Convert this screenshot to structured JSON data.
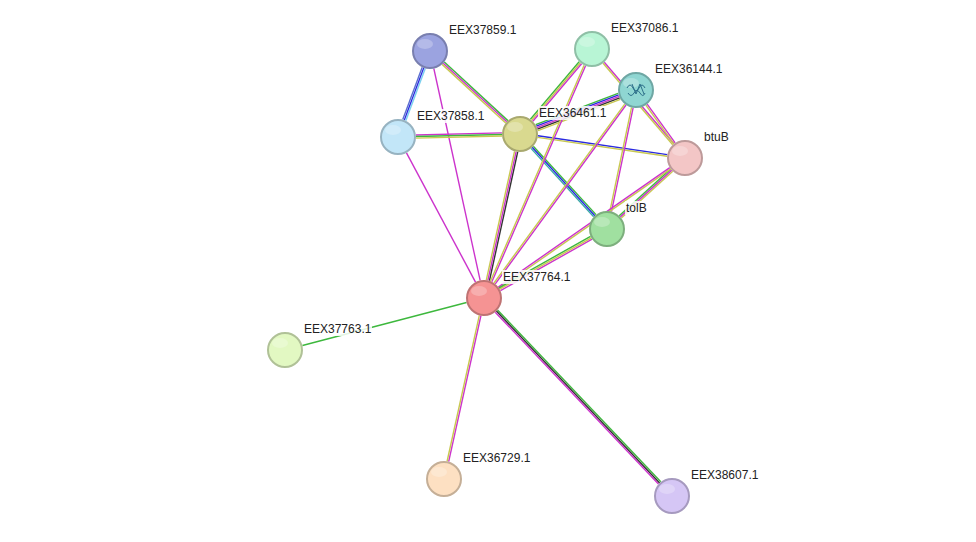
{
  "diagram": {
    "nodes": [
      {
        "text": [
          "EEX37859.1"
        ]
      },
      {
        "text": [
          "EEX37086.1"
        ]
      },
      {
        "text": [
          "EEX36144.1"
        ]
      },
      {
        "text": [
          "EEX37858.1"
        ]
      },
      {
        "text": [
          "EEX36461.1"
        ]
      },
      {
        "text": [
          "btuB"
        ]
      },
      {
        "text": [
          "tolB"
        ]
      },
      {
        "text": [
          "EEX37764.1"
        ]
      },
      {
        "text": [
          "EEX37763.1"
        ]
      },
      {
        "text": [
          "EEX36729.1"
        ]
      },
      {
        "text": [
          "EEX38607.1"
        ]
      }
    ],
    "edges": [
      {
        "from": 0,
        "to": 3,
        "arrow": "none"
      },
      {
        "from": 0,
        "to": 4,
        "arrow": "none"
      },
      {
        "from": 0,
        "to": 7,
        "arrow": "none"
      },
      {
        "from": 3,
        "to": 4,
        "arrow": "none"
      },
      {
        "from": 3,
        "to": 7,
        "arrow": "none"
      },
      {
        "from": 4,
        "to": 1,
        "arrow": "none"
      },
      {
        "from": 4,
        "to": 2,
        "arrow": "none"
      },
      {
        "from": 4,
        "to": 5,
        "arrow": "none"
      },
      {
        "from": 4,
        "to": 6,
        "arrow": "none"
      },
      {
        "from": 4,
        "to": 7,
        "arrow": "none"
      },
      {
        "from": 1,
        "to": 7,
        "arrow": "none"
      },
      {
        "from": 1,
        "to": 5,
        "arrow": "none"
      },
      {
        "from": 2,
        "to": 5,
        "arrow": "none"
      },
      {
        "from": 2,
        "to": 7,
        "arrow": "none"
      },
      {
        "from": 2,
        "to": 6,
        "arrow": "none"
      },
      {
        "from": 5,
        "to": 6,
        "arrow": "none"
      },
      {
        "from": 5,
        "to": 7,
        "arrow": "none"
      },
      {
        "from": 6,
        "to": 7,
        "arrow": "none"
      },
      {
        "from": 7,
        "to": 8,
        "arrow": "none"
      },
      {
        "from": 7,
        "to": 9,
        "arrow": "none"
      },
      {
        "from": 7,
        "to": 10,
        "arrow": "none"
      }
    ]
  }
}
